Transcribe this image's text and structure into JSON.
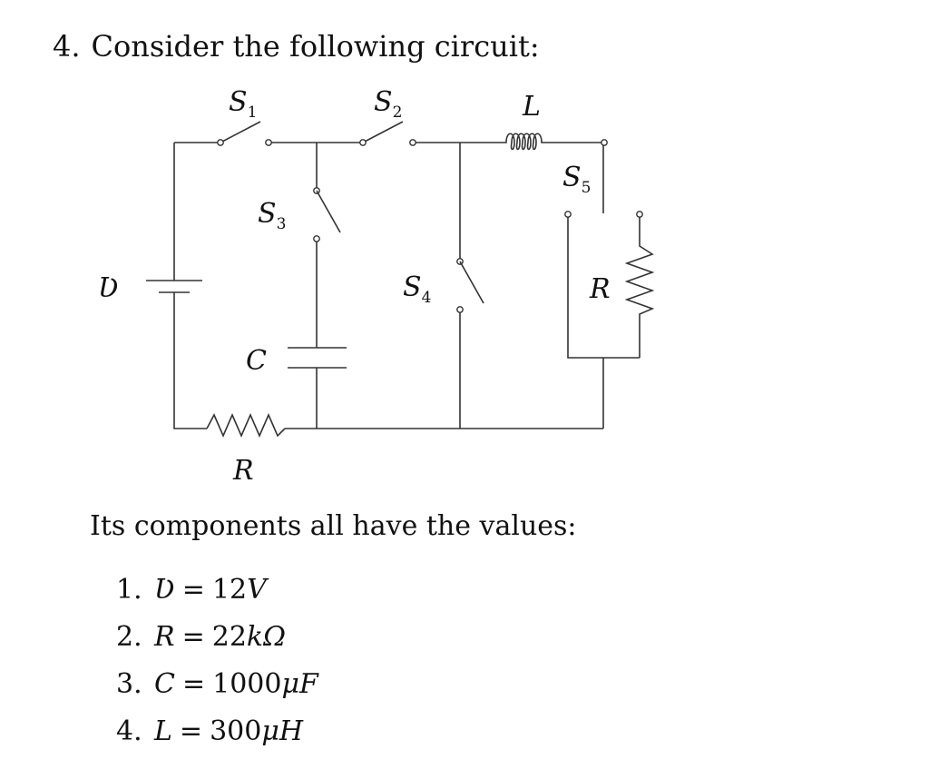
{
  "problem": {
    "number": "4.",
    "prompt": "Consider the following circuit:"
  },
  "circuit": {
    "labels": {
      "s1": "S",
      "s1_sub": "1",
      "s2": "S",
      "s2_sub": "2",
      "s3": "S",
      "s3_sub": "3",
      "s4": "S",
      "s4_sub": "4",
      "s5": "S",
      "s5_sub": "5",
      "inductor": "L",
      "capacitor": "C",
      "source": "Ʋ",
      "resistor_bottom": "R",
      "resistor_right": "R"
    }
  },
  "values": {
    "intro": "Its components all have the values:",
    "items": [
      {
        "index": "1.",
        "symbol": "Ʋ",
        "eq": "=",
        "value": "12",
        "unit": "V"
      },
      {
        "index": "2.",
        "symbol": "R",
        "eq": "=",
        "value": "22",
        "unit": "kΩ"
      },
      {
        "index": "3.",
        "symbol": "C",
        "eq": "=",
        "value": "1000",
        "unit": "μF"
      },
      {
        "index": "4.",
        "symbol": "L",
        "eq": "=",
        "value": "300",
        "unit": "μH"
      }
    ]
  }
}
